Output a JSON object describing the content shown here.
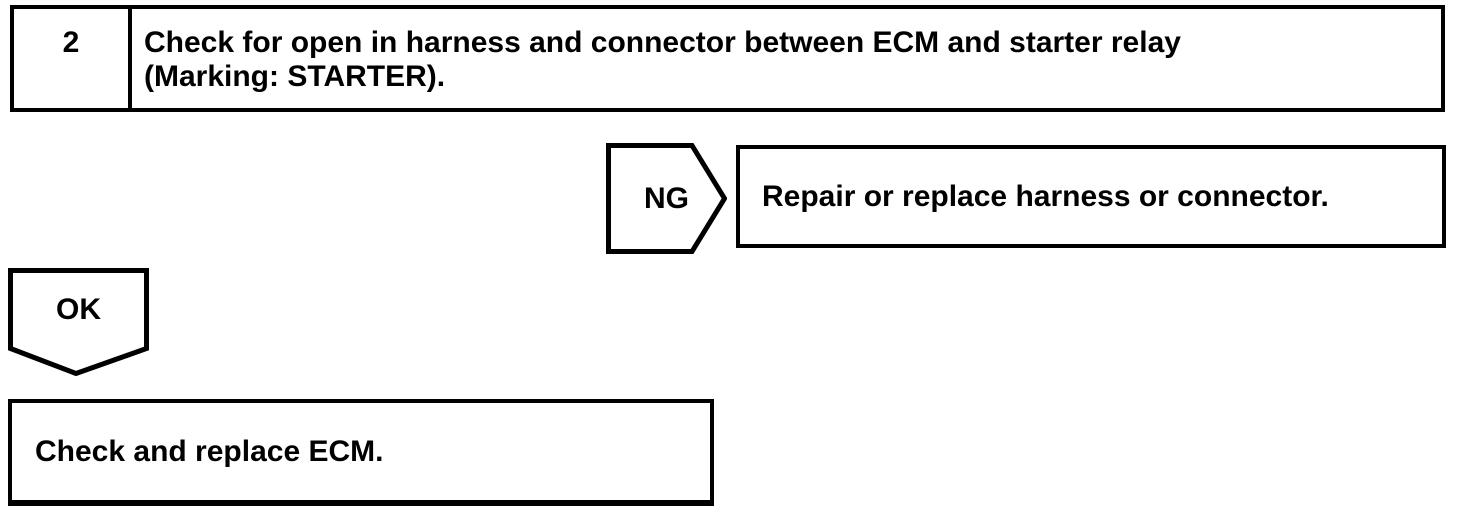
{
  "page": {
    "background_color": "#ffffff",
    "ink_color": "#000000"
  },
  "flowchart": {
    "step": {
      "number": "2",
      "instruction_lines": [
        "Check for open in harness and connector between ECM and starter relay",
        "(Marking: STARTER)."
      ]
    },
    "ng_branch": {
      "label": "NG",
      "action": "Repair or replace harness or connector."
    },
    "ok_branch": {
      "label": "OK",
      "action": "Check and replace ECM."
    }
  }
}
